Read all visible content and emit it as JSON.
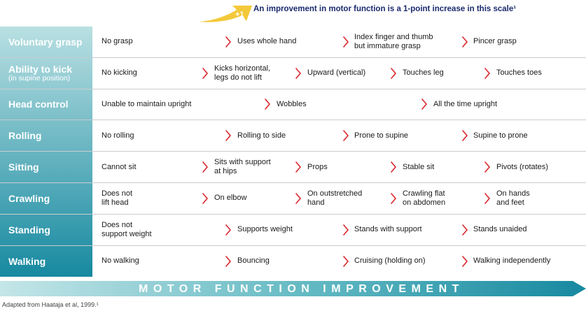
{
  "header": {
    "badge": "+1",
    "text": "An improvement in motor function is a 1-point increase in this scale¹"
  },
  "colors": {
    "label_top": "#b9e0e2",
    "label_bottom": "#1789a0",
    "chevron": "#d9262c",
    "header_text": "#1a2a6c",
    "arrow_yellow": "#f3c93a"
  },
  "rows": [
    {
      "label": "Voluntary grasp",
      "sub": "",
      "stages": [
        "No grasp",
        "Uses whole hand",
        "Index finger and thumb\nbut immature grasp",
        "Pincer grasp"
      ]
    },
    {
      "label": "Ability to kick",
      "sub": "(in supine position)",
      "stages": [
        "No kicking",
        "Kicks horizontal,\nlegs do not lift",
        "Upward (vertical)",
        "Touches leg",
        "Touches toes"
      ]
    },
    {
      "label": "Head control",
      "sub": "",
      "stages": [
        "Unable to maintain upright",
        "Wobbles",
        "All the time upright"
      ]
    },
    {
      "label": "Rolling",
      "sub": "",
      "stages": [
        "No rolling",
        "Rolling to side",
        "Prone to supine",
        "Supine to prone"
      ]
    },
    {
      "label": "Sitting",
      "sub": "",
      "stages": [
        "Cannot sit",
        "Sits with support\nat hips",
        "Props",
        "Stable sit",
        "Pivots (rotates)"
      ]
    },
    {
      "label": "Crawling",
      "sub": "",
      "stages": [
        "Does not\nlift head",
        "On elbow",
        "On outstretched\nhand",
        "Crawling flat\non abdomen",
        "On hands\nand feet"
      ]
    },
    {
      "label": "Standing",
      "sub": "",
      "stages": [
        "Does not\nsupport weight",
        "Supports weight",
        "Stands with support",
        "Stands unaided"
      ]
    },
    {
      "label": "Walking",
      "sub": "",
      "stages": [
        "No walking",
        "Bouncing",
        "Cruising (holding on)",
        "Walking independently"
      ]
    }
  ],
  "footer": {
    "bar_text": "MOTOR FUNCTION IMPROVEMENT",
    "note": "Adapted from Haataja et al, 1999.¹"
  }
}
